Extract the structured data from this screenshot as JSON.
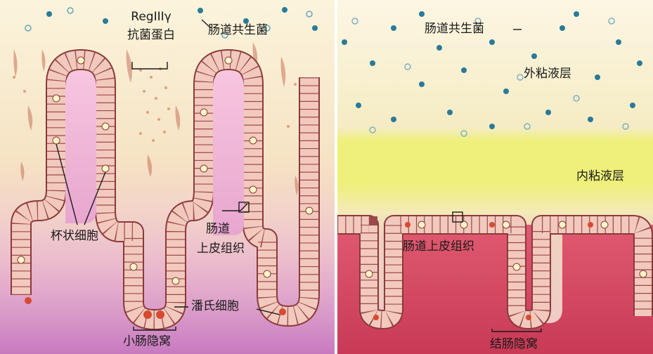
{
  "left_panel": {
    "protein_name": "RegIIIγ",
    "protein_desc": "抗菌蛋白",
    "commensal_label": "肠道共生菌",
    "goblet_label": "杯状细胞",
    "epithelium_label_line1": "肠道",
    "epithelium_label_line2": "上皮组织",
    "paneth_label": "潘氏细胞",
    "crypt_label": "小肠隐窝"
  },
  "right_panel": {
    "commensal_label": "肠道共生菌",
    "outer_mucus_label": "外粘液层",
    "inner_mucus_label": "内粘液层",
    "epithelium_label": "肠道上皮组织",
    "crypt_label": "结肠隐窝"
  },
  "colors": {
    "lumen": "#fbf3da",
    "mucus_tan": "#f5e9b8",
    "inner_mucus": "#eef07a",
    "lamina_pink": "#f0b8c8",
    "colon_red": "#d8485e",
    "cell_fill": "#f2c9bd",
    "cell_border": "#8a3a3a",
    "bacteria": "#2a7a9a",
    "protein_dots": "#d07a5a",
    "divider": "#ffffff"
  }
}
